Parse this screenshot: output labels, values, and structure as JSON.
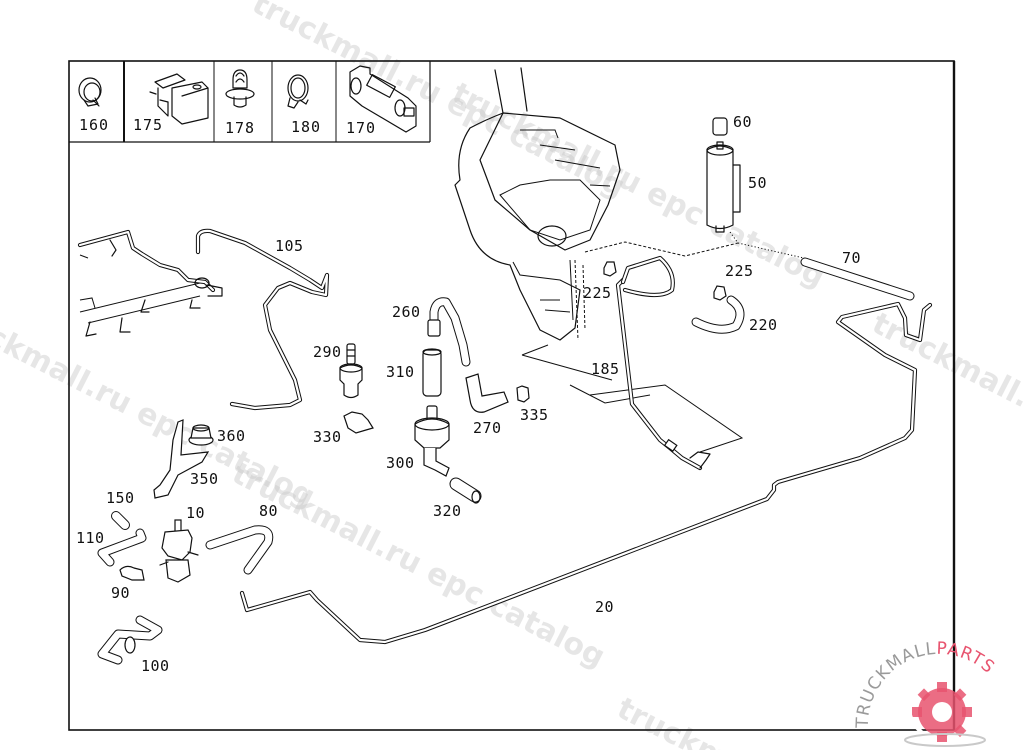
{
  "diagram": {
    "type": "exploded parts diagram",
    "subject": "fuel tank vent / evaporative emission lines",
    "legend_box": [
      {
        "part_no": "160",
        "icon": "hose-clamp"
      },
      {
        "part_no": "175",
        "icon": "pipe-holder-block"
      },
      {
        "part_no": "178",
        "icon": "push-clip"
      },
      {
        "part_no": "180",
        "icon": "ring-clamp"
      },
      {
        "part_no": "170",
        "icon": "double-pipe-clip"
      }
    ],
    "callouts": [
      {
        "id": "c10",
        "label": "10",
        "part": "switchover valve"
      },
      {
        "id": "c20",
        "label": "20",
        "part": "vent line"
      },
      {
        "id": "c50",
        "label": "50",
        "part": "activated charcoal canister"
      },
      {
        "id": "c60",
        "label": "60",
        "part": "cap"
      },
      {
        "id": "c70",
        "label": "70",
        "part": "hose"
      },
      {
        "id": "c80",
        "label": "80",
        "part": "hose"
      },
      {
        "id": "c90",
        "label": "90",
        "part": "hose"
      },
      {
        "id": "c100",
        "label": "100",
        "part": "hose with valve"
      },
      {
        "id": "c105",
        "label": "105",
        "part": "line"
      },
      {
        "id": "c110",
        "label": "110",
        "part": "hose"
      },
      {
        "id": "c150",
        "label": "150",
        "part": "cap"
      },
      {
        "id": "c185",
        "label": "185",
        "part": "line"
      },
      {
        "id": "c220",
        "label": "220",
        "part": "hose"
      },
      {
        "id": "c225a",
        "label": "225",
        "part": "clip"
      },
      {
        "id": "c225b",
        "label": "225",
        "part": "clip"
      },
      {
        "id": "c260",
        "label": "260",
        "part": "hose"
      },
      {
        "id": "c270",
        "label": "270",
        "part": "elbow hose"
      },
      {
        "id": "c290",
        "label": "290",
        "part": "connector"
      },
      {
        "id": "c300",
        "label": "300",
        "part": "valve"
      },
      {
        "id": "c310",
        "label": "310",
        "part": "hose"
      },
      {
        "id": "c320",
        "label": "320",
        "part": "hose"
      },
      {
        "id": "c330",
        "label": "330",
        "part": "holder"
      },
      {
        "id": "c335",
        "label": "335",
        "part": "clip"
      },
      {
        "id": "c350",
        "label": "350",
        "part": "bracket"
      },
      {
        "id": "c360",
        "label": "360",
        "part": "nut"
      }
    ]
  },
  "watermarks": [
    {
      "text": "truckmall.ru epc catalog"
    },
    {
      "text": "truckmall.ru epc catalog"
    },
    {
      "text": "truckmall.ru epc catalog"
    },
    {
      "text": "truckmall.ru epc catalog"
    }
  ],
  "brand": {
    "name_part1": "TRUCKMALL",
    "name_part2": "PARTS",
    "accent_color": "#e8546f",
    "gray_color": "#9a9a9a"
  }
}
